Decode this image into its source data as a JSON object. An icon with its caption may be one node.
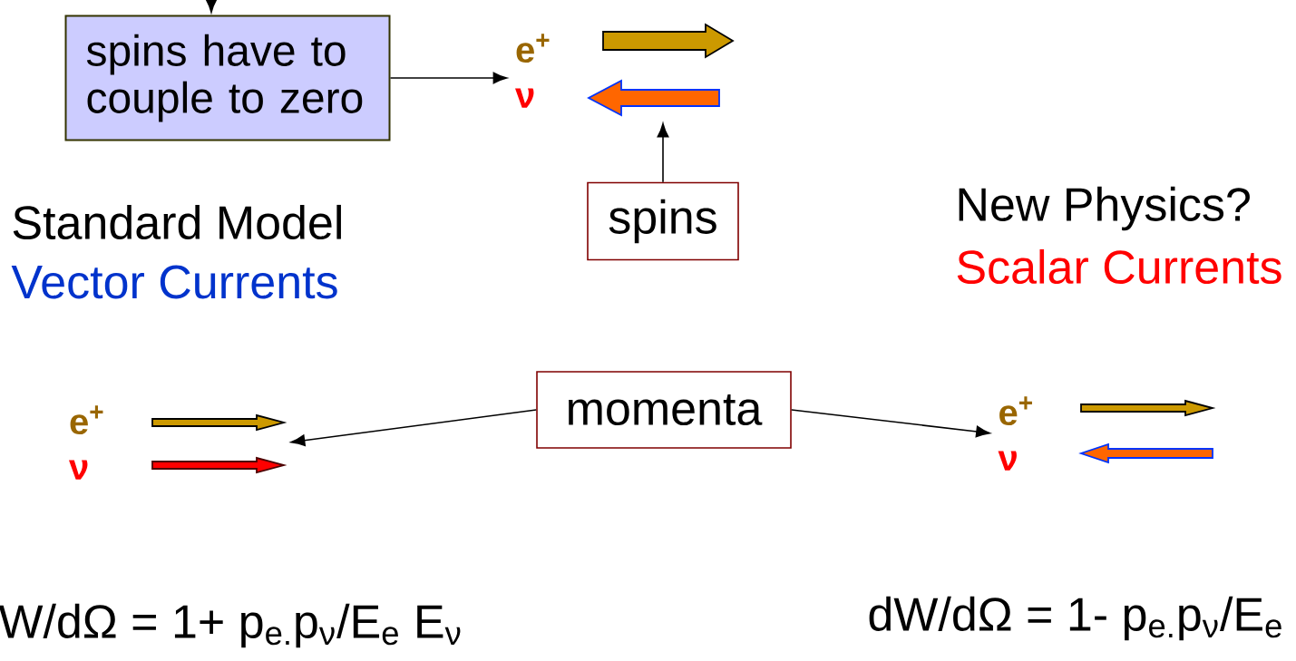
{
  "diagram": {
    "nodes": [
      {
        "text": [
          "spins have to couple to zero"
        ]
      },
      {
        "text": [
          "spins"
        ]
      },
      {
        "text": [
          "momenta"
        ]
      },
      {
        "text": [
          "e$^{+}$",
          "ν"
        ]
      },
      {
        "text": [
          "e$^{+}$",
          "ν"
        ]
      },
      {
        "text": [
          "e$^{+}$",
          "ν"
        ]
      }
    ],
    "edges": [
      {
        "from": null,
        "to": 0,
        "arrow": "to"
      },
      {
        "from": 0,
        "to": 3,
        "arrow": "to"
      },
      {
        "from": 1,
        "to": 3,
        "arrow": "to"
      },
      {
        "from": 2,
        "to": 4,
        "arrow": "to"
      },
      {
        "from": 2,
        "to": 5,
        "arrow": "to"
      }
    ],
    "labels": [
      "Standard Model",
      "Vector Currents",
      "New Physics?",
      "Scalar Currents",
      "W/dΩ = 1+ p$_{e.}$p$_{ν}$/E$_{e}$ E$_{ν}$",
      "dW/dΩ = 1- p$_{e.}$p$_{ν}$/E$_{e}$"
    ]
  }
}
